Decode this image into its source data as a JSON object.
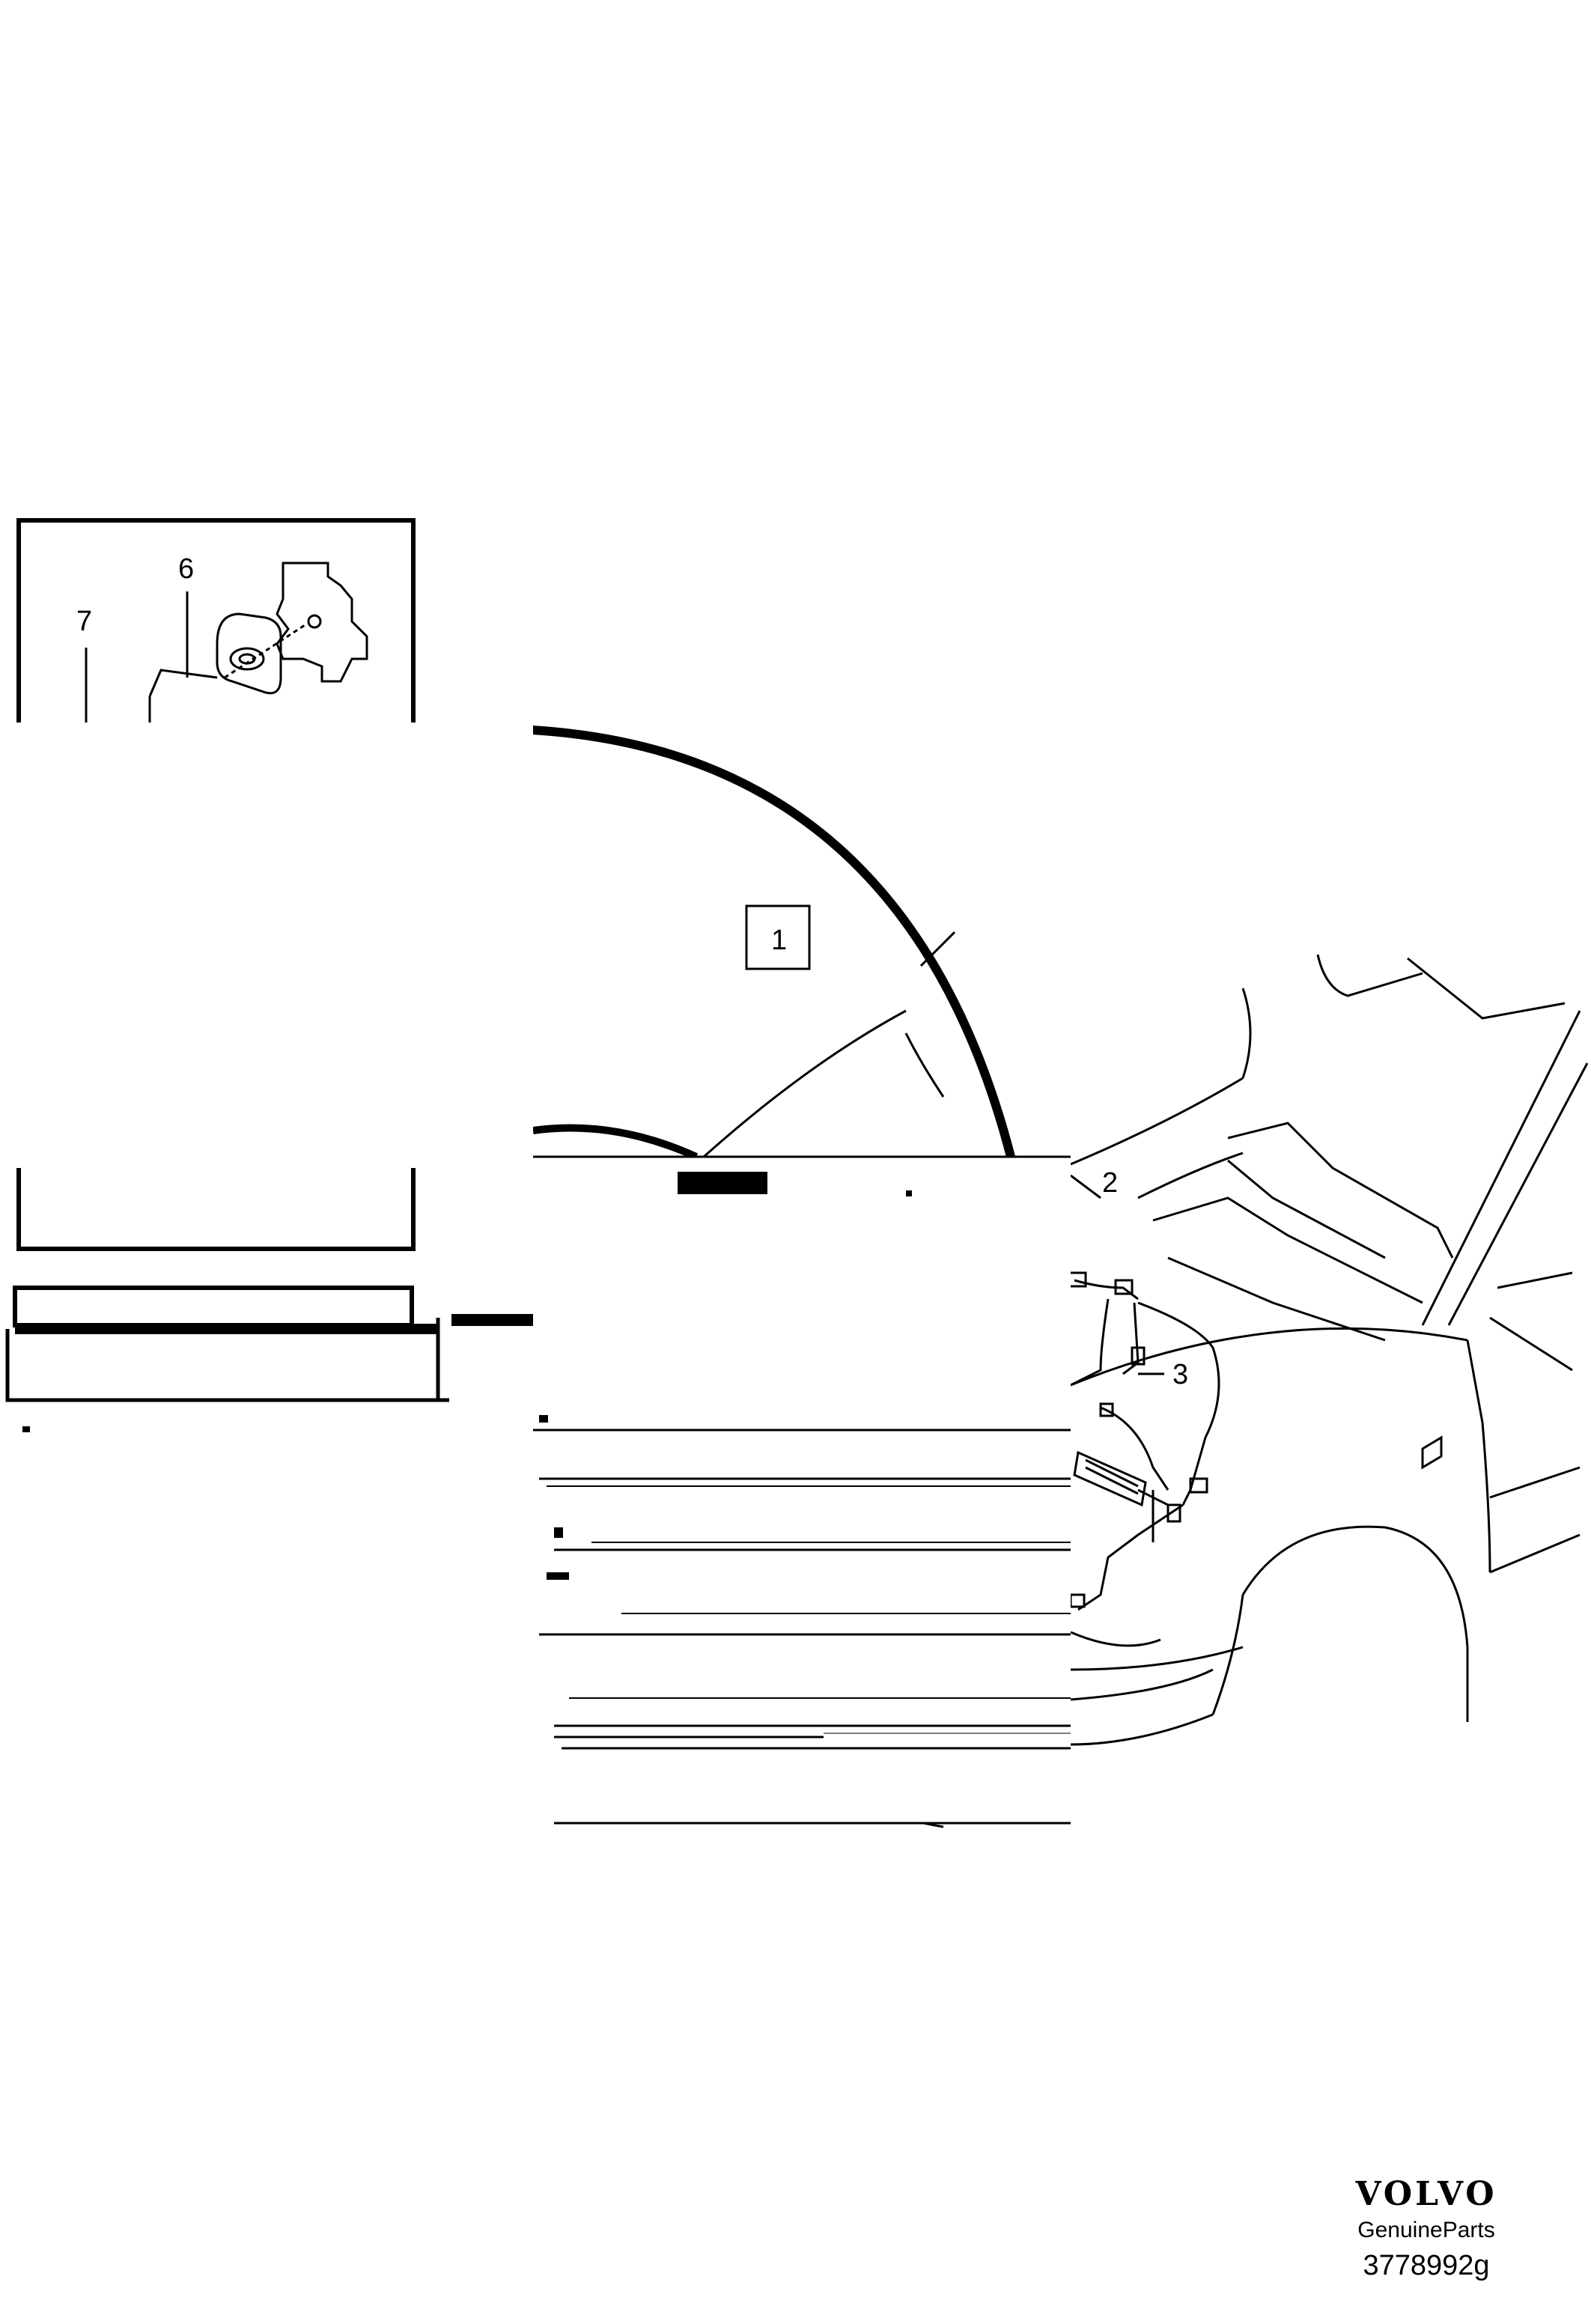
{
  "callouts": {
    "c1": "1",
    "c2": "2",
    "c3": "3",
    "c6": "6",
    "c7": "7"
  },
  "brand": {
    "logo": "VOLVO",
    "subtitle": "GenuineParts",
    "image_id": "3778992g"
  },
  "colors": {
    "line": "#000000",
    "background": "#ffffff"
  }
}
